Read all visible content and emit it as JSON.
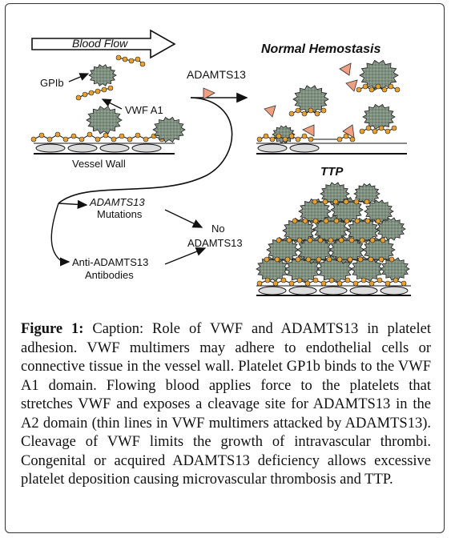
{
  "figure": {
    "blood_flow_label": "Blood Flow",
    "normal_label": "Normal Hemostasis",
    "ttp_label": "TTP",
    "gpib_label": "GPIb",
    "adamts13_label": "ADAMTS13",
    "vwf_a1_label": "VWF A1",
    "vessel_wall_label": "Vessel Wall",
    "mutations_label_1": "ADAMTS13",
    "mutations_label_2": "Mutations",
    "no_label_1": "No",
    "no_label_2": "ADAMTS13",
    "anti_label_1": "Anti-ADAMTS13",
    "anti_label_2": "Antibodies",
    "colors": {
      "platelet_fill": "#8a9a8a",
      "vwf_dot": "#e8a030",
      "triangle": "#f0a080",
      "ink": "#111111"
    }
  },
  "caption": {
    "label": "Figure 1:",
    "text": "Caption: Role of VWF and ADAMTS13 in platelet adhesion. VWF multimers may adhere to endothelial cells or connective tissue in the vessel wall. Platelet GP1b binds to the VWF A1 domain. Flowing blood applies force to the platelets that stretches VWF and exposes a cleavage site for ADAMTS13 in the A2 domain (thin lines in VWF multimers attacked by ADAMTS13). Cleavage of VWF limits the growth of intravascular thrombi. Congenital or acquired ADAMTS13 deficiency allows excessive platelet deposition causing microvascular thrombosis and TTP."
  }
}
